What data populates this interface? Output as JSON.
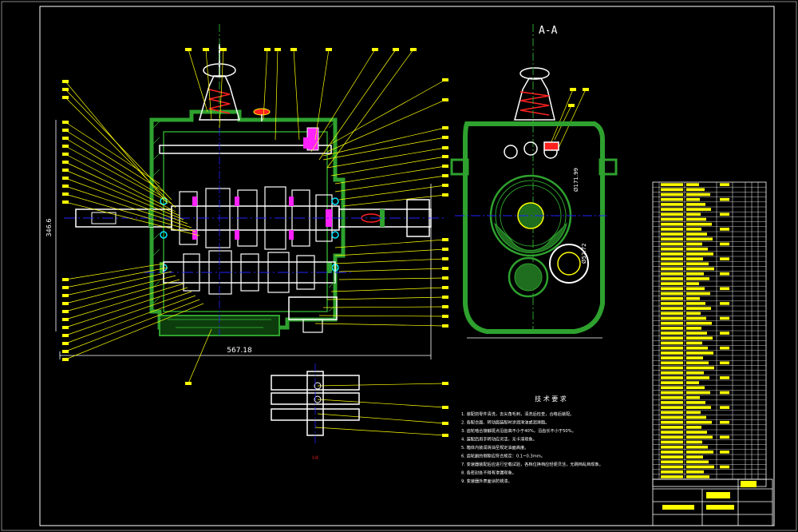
{
  "drawing": {
    "section_label": "A-A",
    "dim_overall_length": "567.18",
    "dim_height": "346.6",
    "dim_gear_a": "Ø171.99",
    "dim_gear_b": "Ø52.72",
    "detail_label": "I-II",
    "tech_req_title": "技 术 要 求",
    "tech_req": [
      "1. 装配前零件清洗，去尖角毛刺，清洗后检查，合格后装配。",
      "2. 各配合面、转动面装配时涂润滑油或润滑脂。",
      "3. 齿轮啮合接触斑点沿齿高不小于40%，沿齿长不小于50%。",
      "4. 装配后用手转动应灵活，无卡滞现象。",
      "5. 箱体内装润滑油至规定油面高度。",
      "6. 齿轮副的侧隙应符合规定：0.1~0.3mm。",
      "7. 变速器装配后应进行空载试验，各档位换档应轻便灵活，无跳档乱档现象。",
      "8. 各密封处不得有渗漏现象。",
      "9. 变速器外表面涂防锈漆。"
    ]
  },
  "colors": {
    "background": "#000000",
    "frame": "#ffffff",
    "housing": "#2ea12e",
    "leader": "#ffff00",
    "centerline": "#2222ff",
    "part": "#ff22ff",
    "cyan": "#00e5ff",
    "red": "#ff2020",
    "table_line": "#ffffff",
    "table_text": "#ffff00"
  }
}
